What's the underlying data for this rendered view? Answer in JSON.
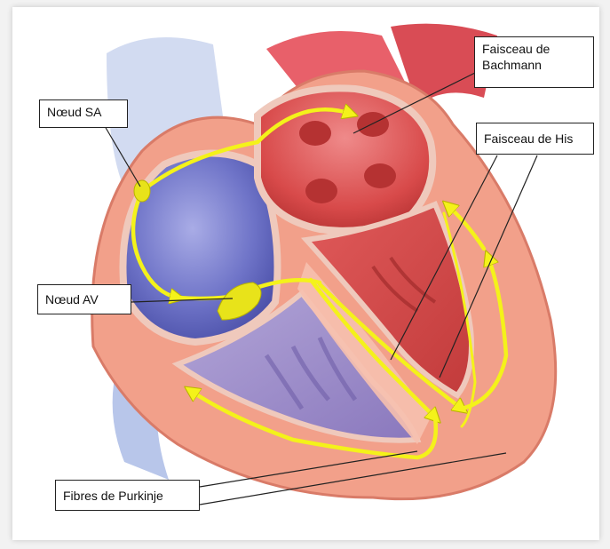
{
  "labels": {
    "sa_node": "Nœud SA",
    "av_node": "Nœud AV",
    "bachmann_line1": "Faisceau de",
    "bachmann_line2": "Bachmann",
    "his_bundle": "Faisceau de His",
    "purkinje": "Fibres de Purkinje"
  },
  "colors": {
    "conduction_path": "#f4f21a",
    "right_atrium": "#6f74c8",
    "left_atrium": "#d84a4a",
    "myocardium": "#f2a08a",
    "vessel_blue": "#8fa9dc"
  }
}
